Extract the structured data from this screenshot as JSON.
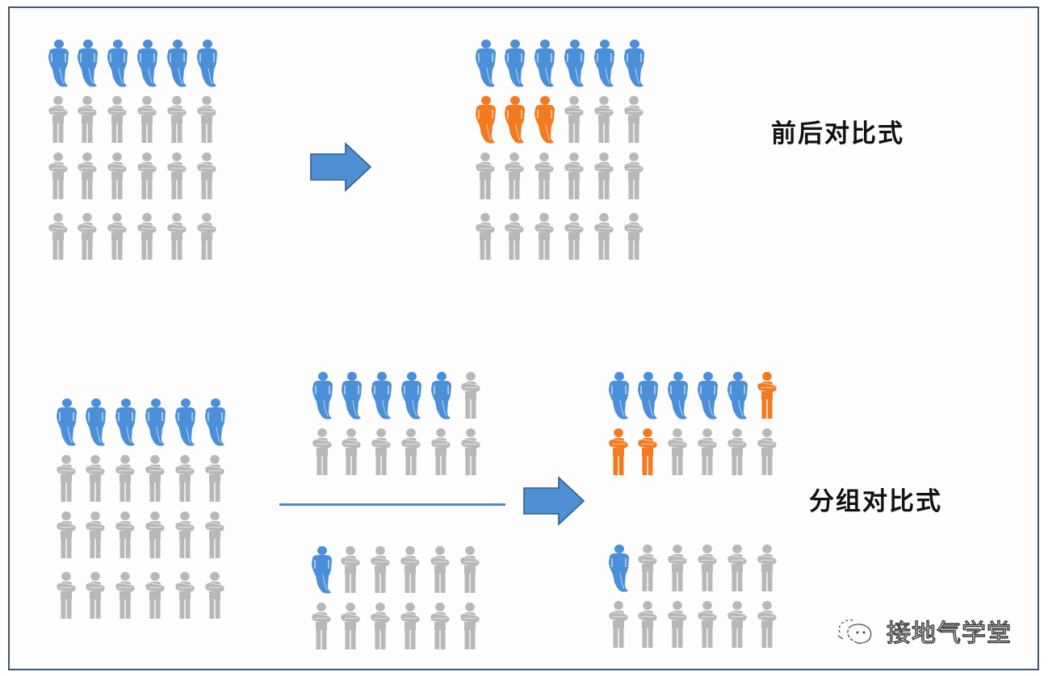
{
  "colors": {
    "blue": "#4a8fd8",
    "orange": "#f27a1f",
    "gray": "#b8b8b8",
    "arrow_fill": "#4f8fd4",
    "arrow_stroke": "#2f5e93",
    "frame_border": "#41566f",
    "divider": "#4a8ad4"
  },
  "labels": {
    "before_after": "前后对比式",
    "group_compare": "分组对比式"
  },
  "watermark": {
    "text": "接地气学堂",
    "icon": "wechat-icon"
  },
  "diagram": {
    "type": "pictogram-comparison",
    "icon_kinds": {
      "B": "blue person (hands in pockets)",
      "O": "orange person (arms crossed / converted)",
      "G": "gray person (arms crossed / inactive)",
      "Ob": "orange person (hands in pockets)"
    },
    "before_after": {
      "title": "前后对比式",
      "before": {
        "rows": [
          [
            "B",
            "B",
            "B",
            "B",
            "B",
            "B"
          ],
          [
            "G",
            "G",
            "G",
            "G",
            "G",
            "G"
          ],
          [
            "G",
            "G",
            "G",
            "G",
            "G",
            "G"
          ],
          [
            "G",
            "G",
            "G",
            "G",
            "G",
            "G"
          ]
        ]
      },
      "after": {
        "rows": [
          [
            "B",
            "B",
            "B",
            "B",
            "B",
            "B"
          ],
          [
            "Ob",
            "Ob",
            "Ob",
            "G",
            "G",
            "G"
          ],
          [
            "G",
            "G",
            "G",
            "G",
            "G",
            "G"
          ],
          [
            "G",
            "G",
            "G",
            "G",
            "G",
            "G"
          ]
        ]
      }
    },
    "group_compare": {
      "title": "分组对比式",
      "population": {
        "rows": [
          [
            "B",
            "B",
            "B",
            "B",
            "B",
            "B"
          ],
          [
            "G",
            "G",
            "G",
            "G",
            "G",
            "G"
          ],
          [
            "G",
            "G",
            "G",
            "G",
            "G",
            "G"
          ],
          [
            "G",
            "G",
            "G",
            "G",
            "G",
            "G"
          ]
        ]
      },
      "test_group_before": {
        "rows": [
          [
            "B",
            "B",
            "B",
            "B",
            "B",
            "G"
          ],
          [
            "G",
            "G",
            "G",
            "G",
            "G",
            "G"
          ]
        ]
      },
      "control_group_before": {
        "rows": [
          [
            "B",
            "G",
            "G",
            "G",
            "G",
            "G"
          ],
          [
            "G",
            "G",
            "G",
            "G",
            "G",
            "G"
          ]
        ]
      },
      "test_group_after": {
        "rows": [
          [
            "B",
            "B",
            "B",
            "B",
            "B",
            "O"
          ],
          [
            "O",
            "O",
            "G",
            "G",
            "G",
            "G"
          ]
        ]
      },
      "control_group_after": {
        "rows": [
          [
            "B",
            "G",
            "G",
            "G",
            "G",
            "G"
          ],
          [
            "G",
            "G",
            "G",
            "G",
            "G",
            "G"
          ]
        ]
      }
    }
  }
}
